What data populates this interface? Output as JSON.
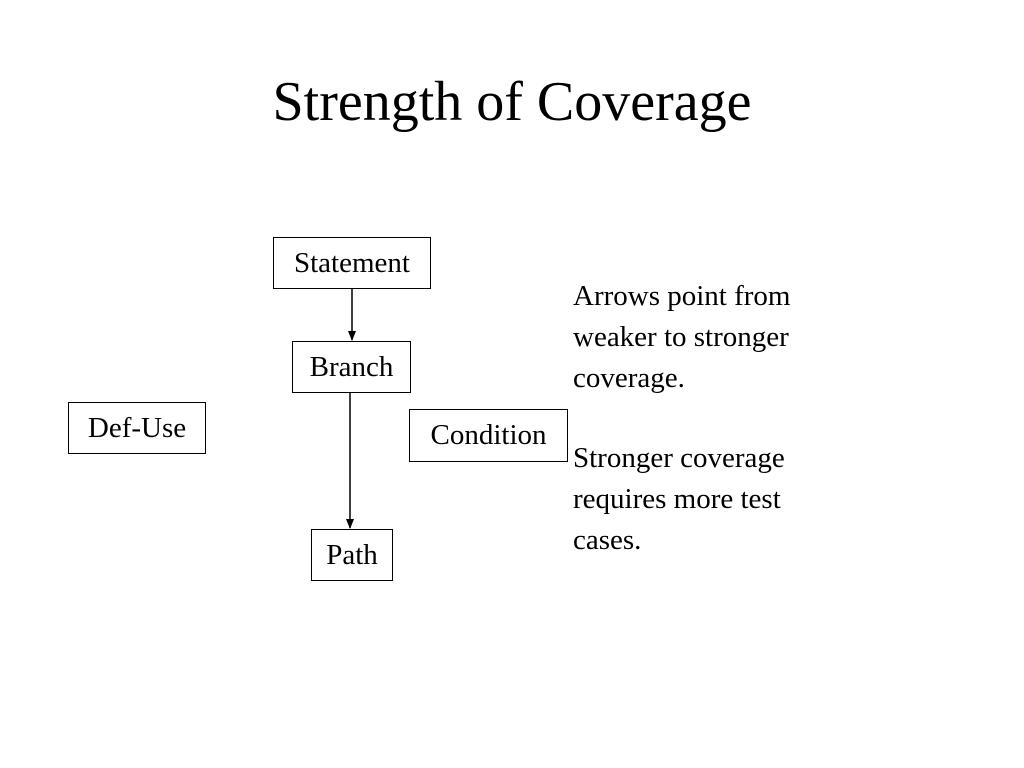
{
  "slide": {
    "title": "Strength of Coverage"
  },
  "nodes": {
    "statement": "Statement",
    "branch": "Branch",
    "def_use": "Def-Use",
    "condition": "Condition",
    "path": "Path"
  },
  "edges": [
    {
      "from": "Statement",
      "to": "Branch"
    },
    {
      "from": "Branch",
      "to": "Path"
    }
  ],
  "notes": {
    "note1_lines": [
      "Arrows point from",
      "weaker to stronger",
      "coverage."
    ],
    "note2_lines": [
      "Stronger coverage",
      "requires more test",
      "cases."
    ]
  }
}
